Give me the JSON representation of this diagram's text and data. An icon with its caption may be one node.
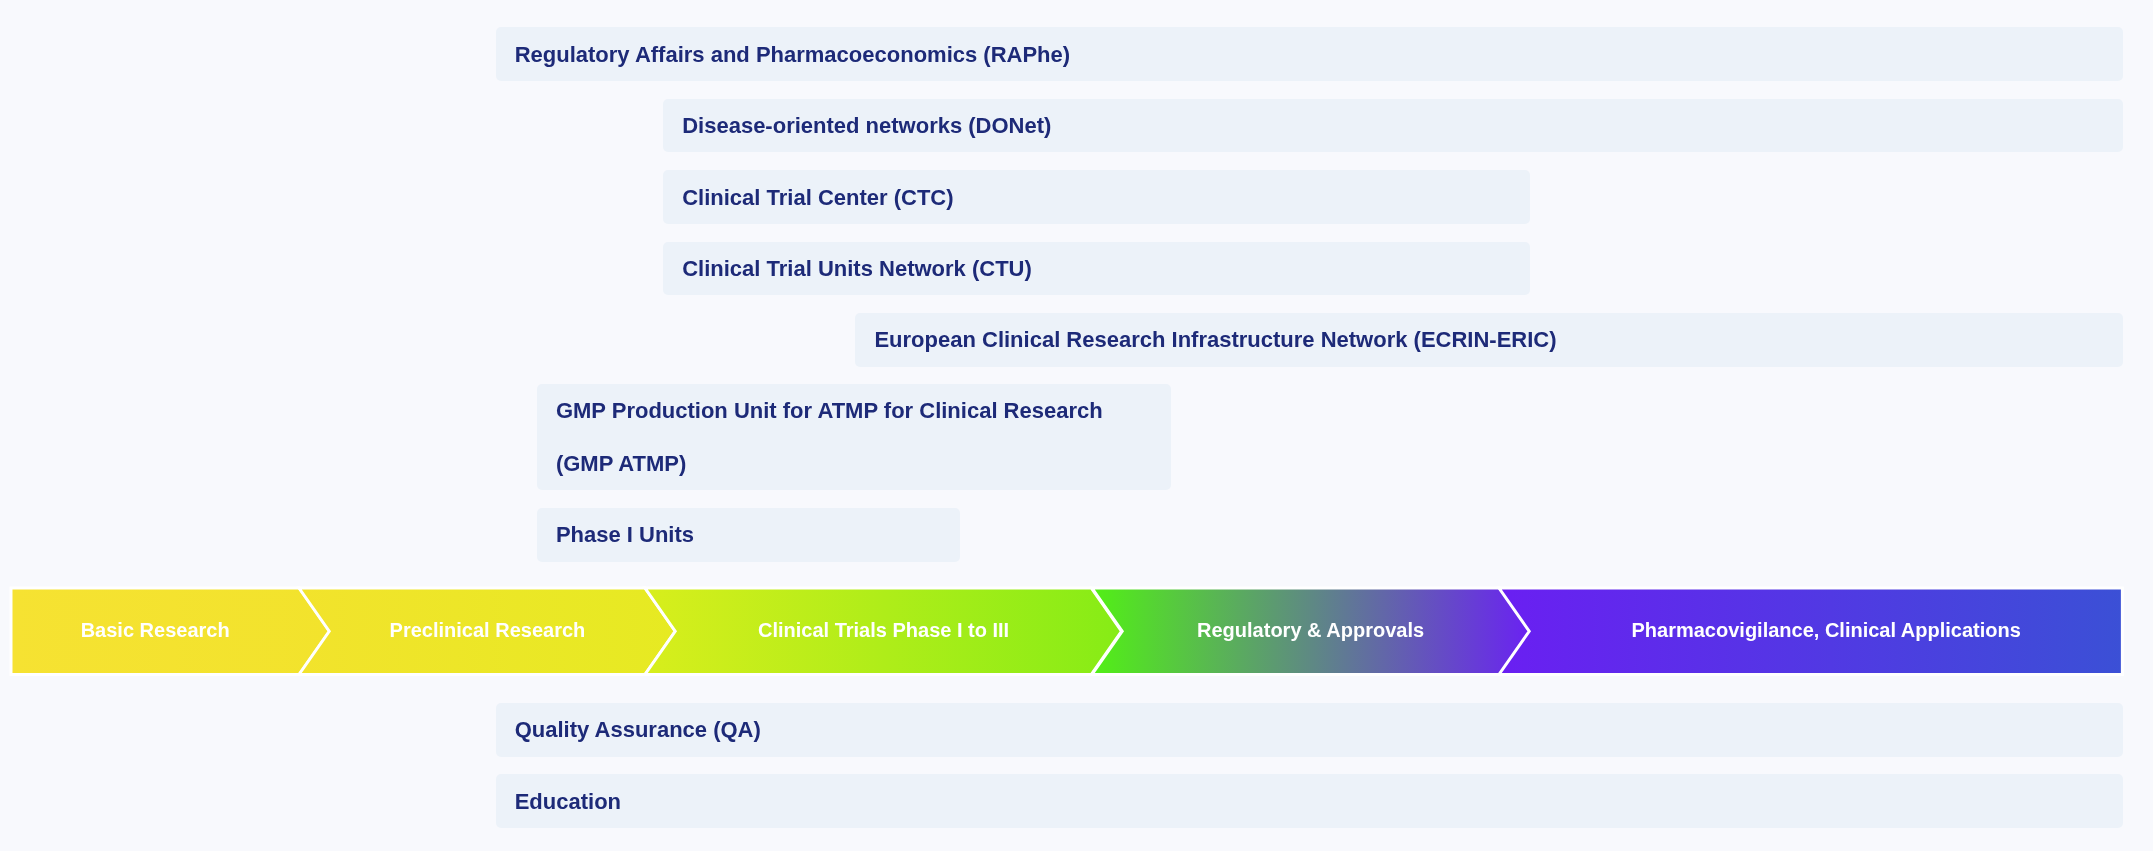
{
  "diagram": {
    "nodes": [
      {
        "text": [
          "Regulatory Affairs and Pharmacoeconomics (RAPhe)"
        ]
      },
      {
        "text": [
          "Disease-oriented networks (DONet)"
        ]
      },
      {
        "text": [
          "Clinical Trial Center (CTC)"
        ]
      },
      {
        "text": [
          "Clinical Trial Units Network (CTU)"
        ]
      },
      {
        "text": [
          "European Clinical Research Infrastructure Network (ECRIN-ERIC)"
        ]
      },
      {
        "text": [
          "GMP Production Unit for ATMP for Clinical Research (GMP ATMP)"
        ]
      },
      {
        "text": [
          "Phase I Units"
        ]
      },
      {
        "text": [
          "Basic Research"
        ]
      },
      {
        "text": [
          "Preclinical Research"
        ]
      },
      {
        "text": [
          "Clinical Trials Phase I to III"
        ]
      },
      {
        "text": [
          "Regulatory & Approvals"
        ]
      },
      {
        "text": [
          "Pharmacovigilance, Clinical Applications"
        ]
      },
      {
        "text": [
          "Quality Assurance (QA)"
        ]
      },
      {
        "text": [
          "Education"
        ]
      }
    ],
    "edges": []
  }
}
